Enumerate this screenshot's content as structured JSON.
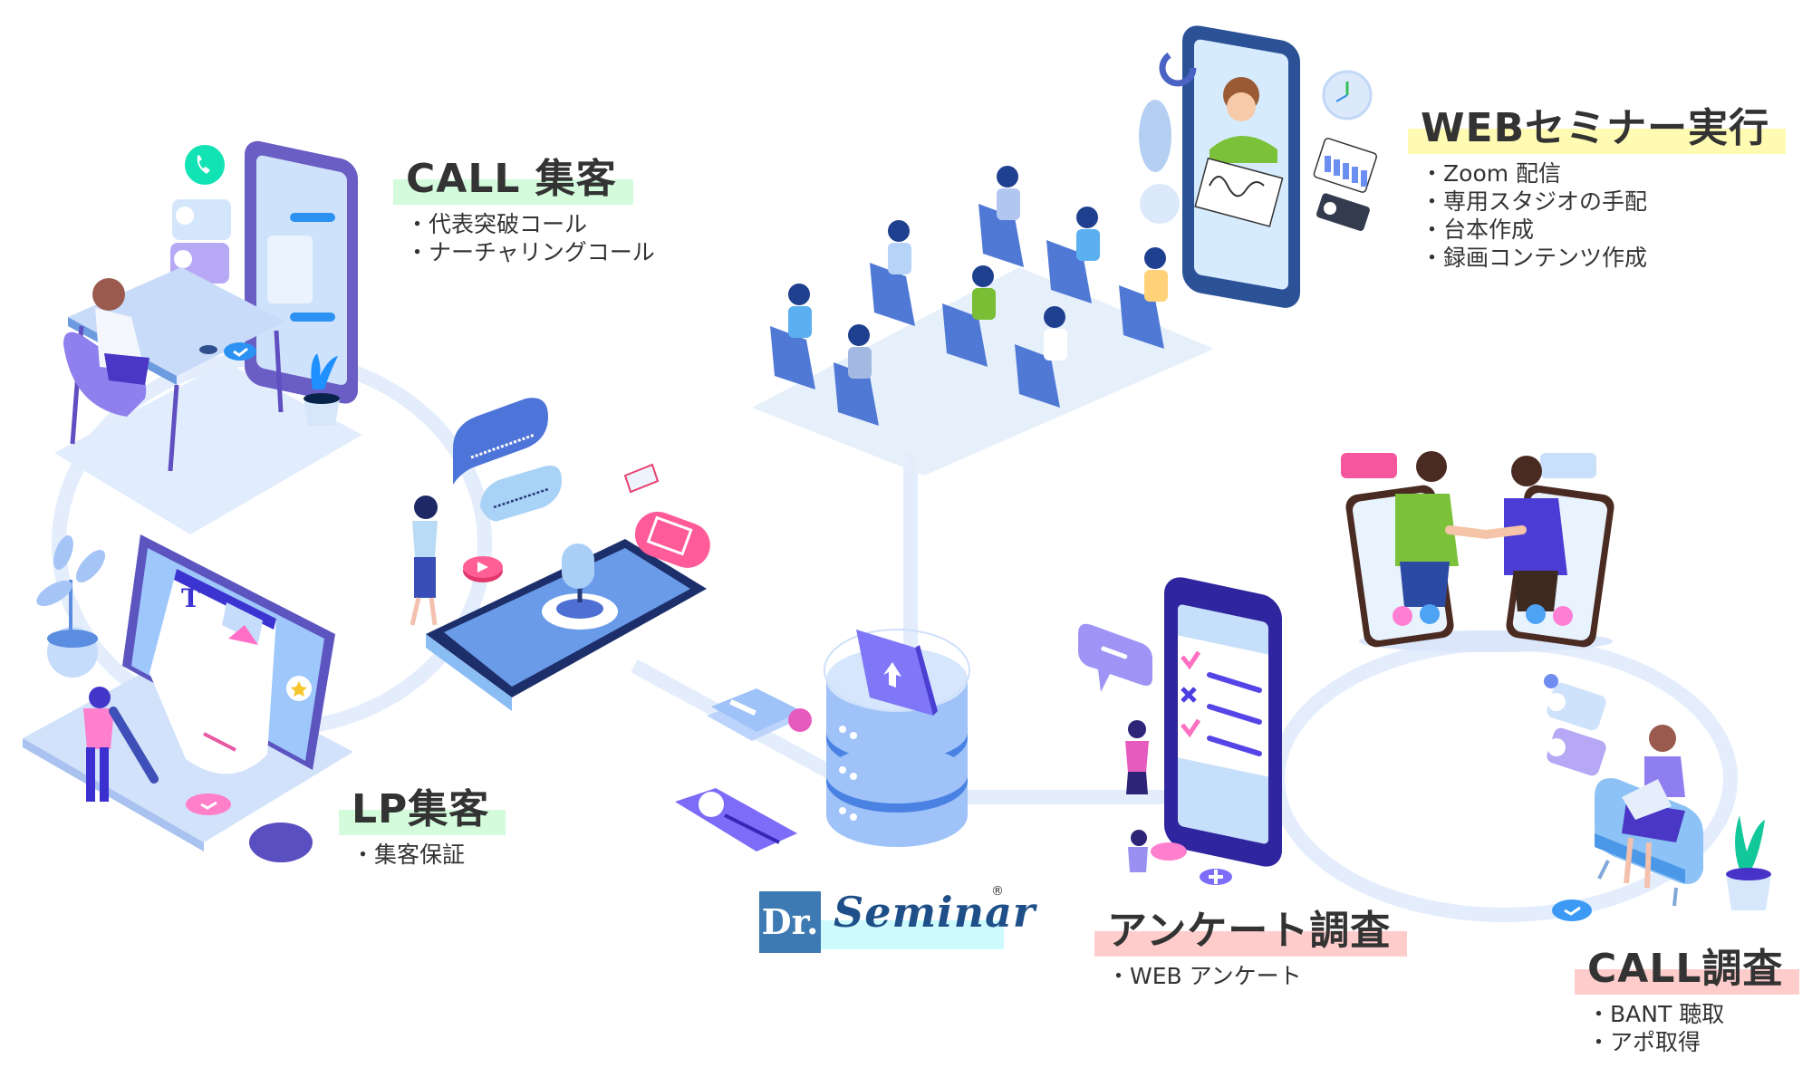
{
  "colors": {
    "text": "#333333",
    "highlight_green": "#d3fbdc",
    "highlight_yellow": "#fffbb3",
    "highlight_pink": "#ffcccc",
    "highlight_cyan": "#cdfbfd",
    "connector": "#e3edfc",
    "logo_blue": "#3d79b3",
    "logo_navy": "#1f4f88"
  },
  "brand": {
    "prefix": "Dr.",
    "name": "Seminar",
    "registered": "®"
  },
  "sections": {
    "call_acquisition": {
      "title": "CALL 集客",
      "items": [
        "代表突破コール",
        "ナーチャリングコール"
      ]
    },
    "webinar": {
      "title": "WEBセミナー実行",
      "items": [
        "Zoom 配信",
        "専用スタジオの手配",
        "台本作成",
        "録画コンテンツ作成"
      ]
    },
    "lp_acquisition": {
      "title": "LP集客",
      "items": [
        "集客保証"
      ]
    },
    "survey": {
      "title": "アンケート調査",
      "items": [
        "WEB アンケート"
      ]
    },
    "call_survey": {
      "title": "CALL調査",
      "items": [
        "BANT 聴取",
        "アポ取得"
      ]
    }
  },
  "illustrations": [
    "operator-at-desk-with-phone",
    "laptop-landing-page-editor",
    "smartphone-microphone-voice",
    "seminar-audience-chairs",
    "presenter-on-phone-screen",
    "database-server-with-upload-folder",
    "survey-checklist-phone",
    "handshake-through-phones",
    "operator-on-sofa-with-laptop"
  ]
}
